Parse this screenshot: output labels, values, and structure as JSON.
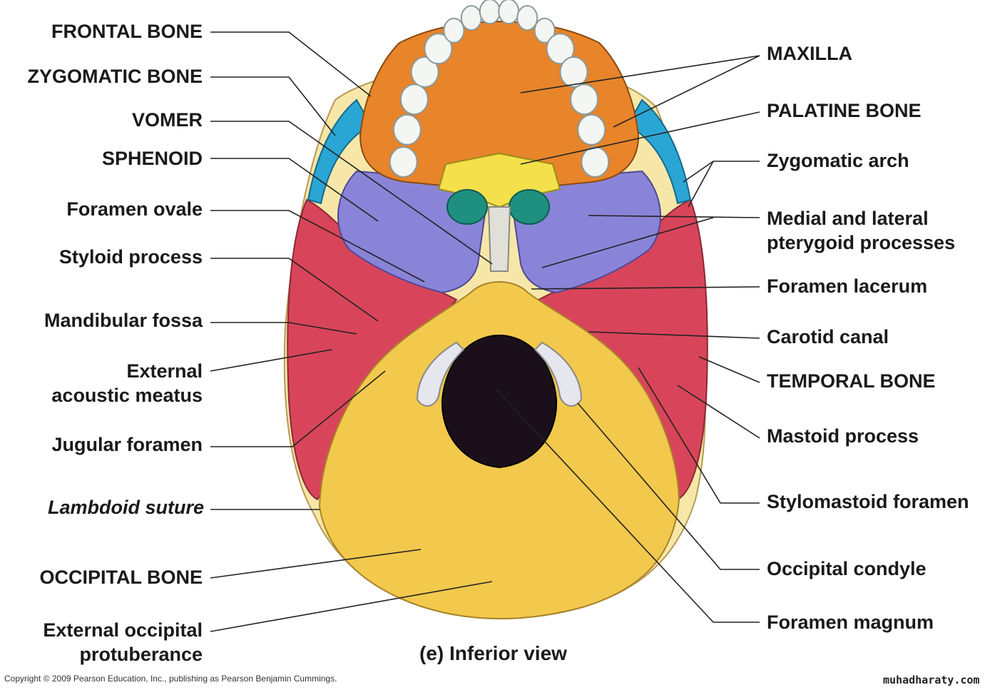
{
  "labels_left": [
    {
      "id": "frontal",
      "text": "FRONTAL BONE"
    },
    {
      "id": "zygomatic",
      "text": "ZYGOMATIC BONE"
    },
    {
      "id": "vomer",
      "text": "VOMER"
    },
    {
      "id": "sphenoid",
      "text": "SPHENOID"
    },
    {
      "id": "foramen-ovale",
      "text": "Foramen ovale"
    },
    {
      "id": "styloid",
      "text": "Styloid process"
    },
    {
      "id": "mandibular-fossa",
      "text": "Mandibular fossa"
    },
    {
      "id": "external-acoustic-1",
      "text": "External"
    },
    {
      "id": "external-acoustic-2",
      "text": "acoustic meatus"
    },
    {
      "id": "jugular",
      "text": "Jugular foramen"
    },
    {
      "id": "lambdoid",
      "text": "Lambdoid suture"
    },
    {
      "id": "occipital",
      "text": "OCCIPITAL BONE"
    },
    {
      "id": "ext-occ-1",
      "text": "External occipital"
    },
    {
      "id": "ext-occ-2",
      "text": "protuberance"
    }
  ],
  "labels_right": [
    {
      "id": "maxilla",
      "text": "MAXILLA"
    },
    {
      "id": "palatine",
      "text": "PALATINE BONE"
    },
    {
      "id": "zygomatic-arch",
      "text": "Zygomatic arch"
    },
    {
      "id": "pterygoid-1",
      "text": "Medial and lateral"
    },
    {
      "id": "pterygoid-2",
      "text": "pterygoid processes"
    },
    {
      "id": "foramen-lacerum",
      "text": "Foramen lacerum"
    },
    {
      "id": "carotid",
      "text": "Carotid canal"
    },
    {
      "id": "temporal",
      "text": "TEMPORAL BONE"
    },
    {
      "id": "mastoid",
      "text": "Mastoid process"
    },
    {
      "id": "stylomastoid",
      "text": "Stylomastoid foramen"
    },
    {
      "id": "occipital-condyle",
      "text": "Occipital condyle"
    },
    {
      "id": "foramen-magnum",
      "text": "Foramen magnum"
    }
  ],
  "caption": "(e) Inferior view",
  "copyright": "Copyright © 2009 Pearson Education, Inc., publishing as Pearson Benjamin Cummings.",
  "watermark": "muhadharaty.com",
  "colors": {
    "occipital": "#f2c94c",
    "temporal": "#d8455a",
    "sphenoid": "#8a84d8",
    "maxilla": "#e8842a",
    "zygomatic": "#2aa6d4",
    "palatine": "#f3e04a",
    "vomer": "#e0e0d8",
    "frontal": "#f6e7a8",
    "teeth": "#f4f6f4",
    "foramen_magnum": "#1a0f1a",
    "choana": "#1f8f80",
    "leader": "#222222"
  }
}
